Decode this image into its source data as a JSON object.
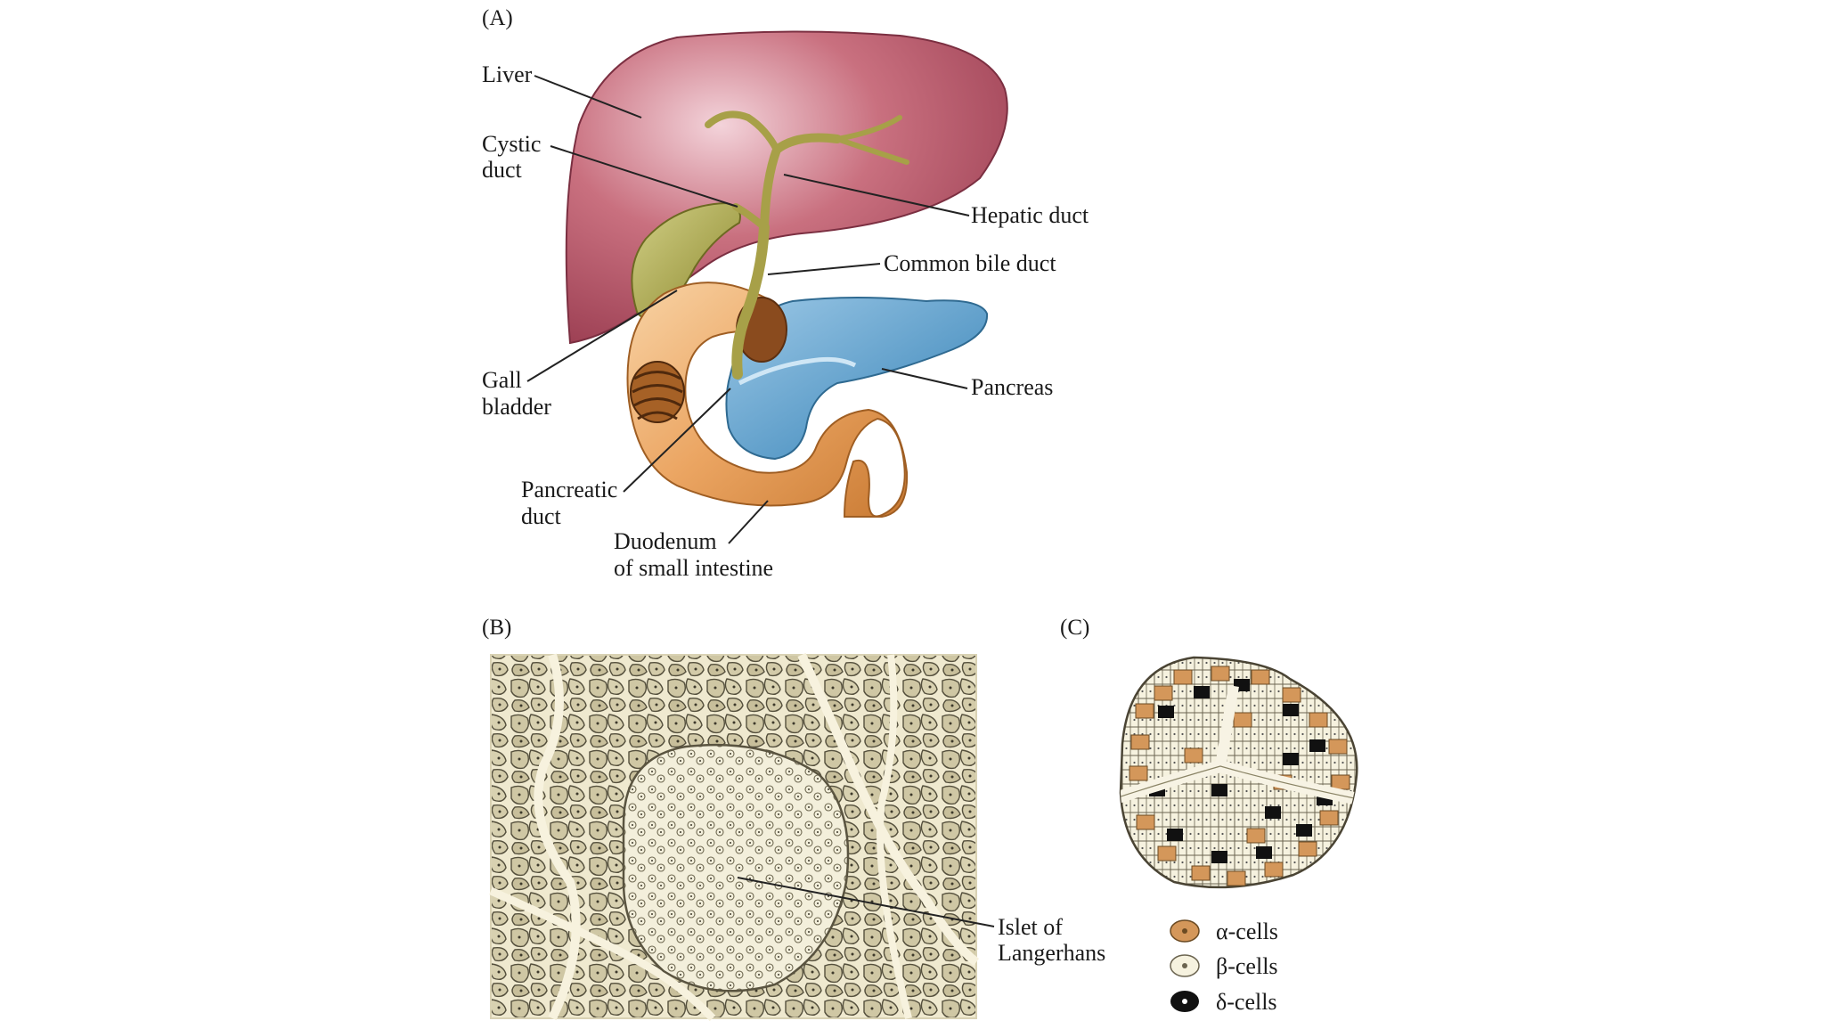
{
  "panels": {
    "a": {
      "letter": "(A)",
      "labels": {
        "liver": "Liver",
        "cystic_duct_1": "Cystic",
        "cystic_duct_2": "duct",
        "hepatic_duct": "Hepatic duct",
        "common_bile_duct": "Common bile duct",
        "gall_bladder_1": "Gall",
        "gall_bladder_2": "bladder",
        "pancreas": "Pancreas",
        "pancreatic_duct_1": "Pancreatic",
        "pancreatic_duct_2": "duct",
        "duodenum_1": "Duodenum",
        "duodenum_2": "of small intestine"
      }
    },
    "b": {
      "letter": "(B)",
      "labels": {
        "islet_1": "Islet of",
        "islet_2": "Langerhans"
      }
    },
    "c": {
      "letter": "(C)",
      "legend": [
        {
          "label": "α-cells",
          "color": "#d4975a"
        },
        {
          "label": "β-cells",
          "color": "#f6f2df"
        },
        {
          "label": "δ-cells",
          "color": "#111111"
        }
      ]
    }
  },
  "colors": {
    "liver": "#b5566a",
    "bile_duct": "#a9a24a",
    "pancreas": "#6aa9d0",
    "duodenum": "#e8a45e",
    "tissue": "#f1ecd4"
  }
}
